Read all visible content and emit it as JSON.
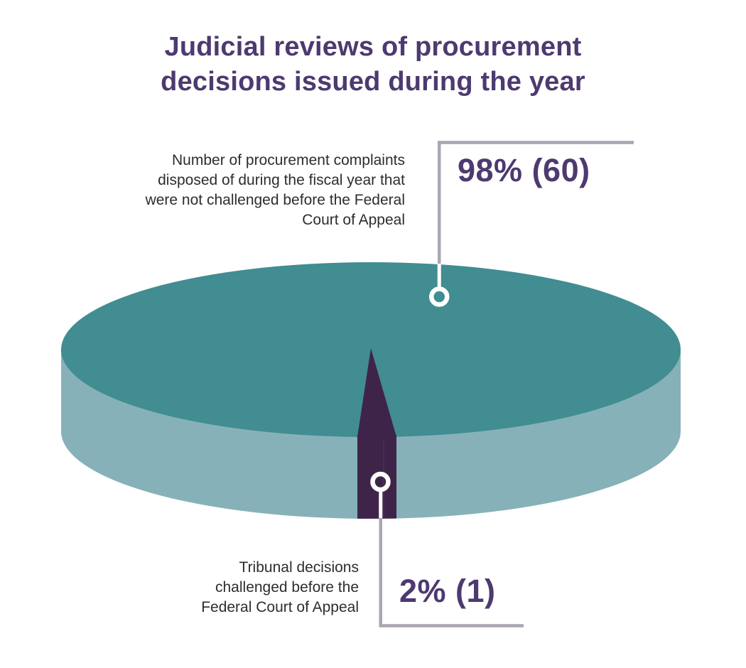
{
  "title": "Judicial reviews of procurement decisions issued during the year",
  "colors": {
    "background": "#ffffff",
    "title_text": "#4d3a70",
    "value_text": "#4d3a70",
    "label_text": "#2d2d2d",
    "pie_top": "#418d91",
    "pie_side": "#87b1b8",
    "slice_minor": "#3f2449",
    "slice_minor_edge": "#533060",
    "callout_line": "#aba4b2",
    "callout_ring": "#ffffff"
  },
  "chart_data": {
    "type": "pie",
    "style": "3d-cylinder",
    "title": "Judicial reviews of procurement decisions issued during the year",
    "legend": "none",
    "labels_position": "callouts",
    "slices": [
      {
        "label": "Number of procurement complaints disposed of during the fiscal year that were not challenged before the Federal Court of Appeal",
        "percent": 98,
        "count": 60,
        "value_label": "98% (60)",
        "color": "#418d91"
      },
      {
        "label": "Tribunal decisions challenged before the Federal Court of Appeal",
        "percent": 2,
        "count": 1,
        "value_label": "2% (1)",
        "color": "#3f2449"
      }
    ]
  }
}
